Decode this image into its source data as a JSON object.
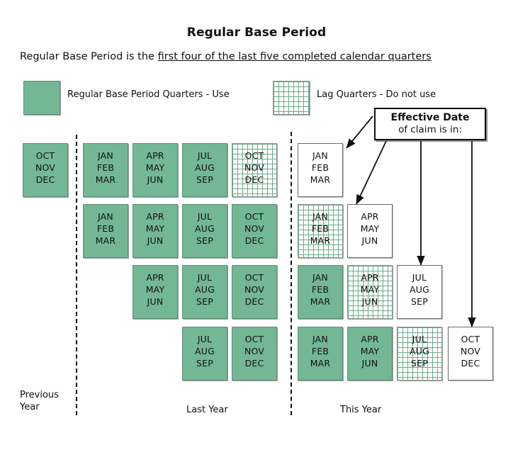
{
  "header": {
    "title": "Regular Base Period",
    "subtitle_prefix": "Regular Base Period is the ",
    "subtitle_underlined": "first four of the last five completed calendar quarters"
  },
  "legend": {
    "use_label": "Regular Base Period Quarters - Use",
    "lag_label": "Lag Quarters - Do not use",
    "use_color": "#73b795",
    "lag_color": "#6aa98c",
    "effective_color": "#ffffff"
  },
  "callout": {
    "line1": "Effective Date",
    "line2": "of claim is in:"
  },
  "year_labels": {
    "previous": "Previous\nYear",
    "previous_line1": "Previous",
    "previous_line2": "Year",
    "last": "Last Year",
    "this": "This Year"
  },
  "quarters": {
    "q1": {
      "m1": "JAN",
      "m2": "FEB",
      "m3": "MAR"
    },
    "q2": {
      "m1": "APR",
      "m2": "MAY",
      "m3": "JUN"
    },
    "q3": {
      "m1": "JUL",
      "m2": "AUG",
      "m3": "SEP"
    },
    "q4": {
      "m1": "OCT",
      "m2": "NOV",
      "m3": "DEC"
    }
  },
  "chart_data": {
    "type": "table",
    "title": "Regular Base Period",
    "description": "Staircase of four rows; each row is one effective-date scenario showing four base-period quarters (use), one lag quarter (do not use) and the effective-date quarter.",
    "rows": [
      {
        "row": 1,
        "cells": [
          {
            "col": 0,
            "months": [
              "OCT",
              "NOV",
              "DEC"
            ],
            "kind": "use",
            "year": "Previous Year"
          },
          {
            "col": 1,
            "months": [
              "JAN",
              "FEB",
              "MAR"
            ],
            "kind": "use",
            "year": "Last Year"
          },
          {
            "col": 2,
            "months": [
              "APR",
              "MAY",
              "JUN"
            ],
            "kind": "use",
            "year": "Last Year"
          },
          {
            "col": 3,
            "months": [
              "JUL",
              "AUG",
              "SEP"
            ],
            "kind": "use",
            "year": "Last Year"
          },
          {
            "col": 4,
            "months": [
              "OCT",
              "NOV",
              "DEC"
            ],
            "kind": "lag",
            "year": "Last Year"
          },
          {
            "col": 5,
            "months": [
              "JAN",
              "FEB",
              "MAR"
            ],
            "kind": "effective",
            "year": "This Year"
          }
        ]
      },
      {
        "row": 2,
        "cells": [
          {
            "col": 1,
            "months": [
              "JAN",
              "FEB",
              "MAR"
            ],
            "kind": "use",
            "year": "Last Year"
          },
          {
            "col": 2,
            "months": [
              "APR",
              "MAY",
              "JUN"
            ],
            "kind": "use",
            "year": "Last Year"
          },
          {
            "col": 3,
            "months": [
              "JUL",
              "AUG",
              "SEP"
            ],
            "kind": "use",
            "year": "Last Year"
          },
          {
            "col": 4,
            "months": [
              "OCT",
              "NOV",
              "DEC"
            ],
            "kind": "use",
            "year": "Last Year"
          },
          {
            "col": 5,
            "months": [
              "JAN",
              "FEB",
              "MAR"
            ],
            "kind": "lag",
            "year": "This Year"
          },
          {
            "col": 6,
            "months": [
              "APR",
              "MAY",
              "JUN"
            ],
            "kind": "effective",
            "year": "This Year"
          }
        ]
      },
      {
        "row": 3,
        "cells": [
          {
            "col": 2,
            "months": [
              "APR",
              "MAY",
              "JUN"
            ],
            "kind": "use",
            "year": "Last Year"
          },
          {
            "col": 3,
            "months": [
              "JUL",
              "AUG",
              "SEP"
            ],
            "kind": "use",
            "year": "Last Year"
          },
          {
            "col": 4,
            "months": [
              "OCT",
              "NOV",
              "DEC"
            ],
            "kind": "use",
            "year": "Last Year"
          },
          {
            "col": 5,
            "months": [
              "JAN",
              "FEB",
              "MAR"
            ],
            "kind": "use",
            "year": "This Year"
          },
          {
            "col": 6,
            "months": [
              "APR",
              "MAY",
              "JUN"
            ],
            "kind": "lag",
            "year": "This Year"
          },
          {
            "col": 7,
            "months": [
              "JUL",
              "AUG",
              "SEP"
            ],
            "kind": "effective",
            "year": "This Year"
          }
        ]
      },
      {
        "row": 4,
        "cells": [
          {
            "col": 3,
            "months": [
              "JUL",
              "AUG",
              "SEP"
            ],
            "kind": "use",
            "year": "Last Year"
          },
          {
            "col": 4,
            "months": [
              "OCT",
              "NOV",
              "DEC"
            ],
            "kind": "use",
            "year": "Last Year"
          },
          {
            "col": 5,
            "months": [
              "JAN",
              "FEB",
              "MAR"
            ],
            "kind": "use",
            "year": "This Year"
          },
          {
            "col": 6,
            "months": [
              "APR",
              "MAY",
              "JUN"
            ],
            "kind": "use",
            "year": "This Year"
          },
          {
            "col": 7,
            "months": [
              "JUL",
              "AUG",
              "SEP"
            ],
            "kind": "lag",
            "year": "This Year"
          },
          {
            "col": 8,
            "months": [
              "OCT",
              "NOV",
              "DEC"
            ],
            "kind": "effective",
            "year": "This Year"
          }
        ]
      }
    ]
  }
}
